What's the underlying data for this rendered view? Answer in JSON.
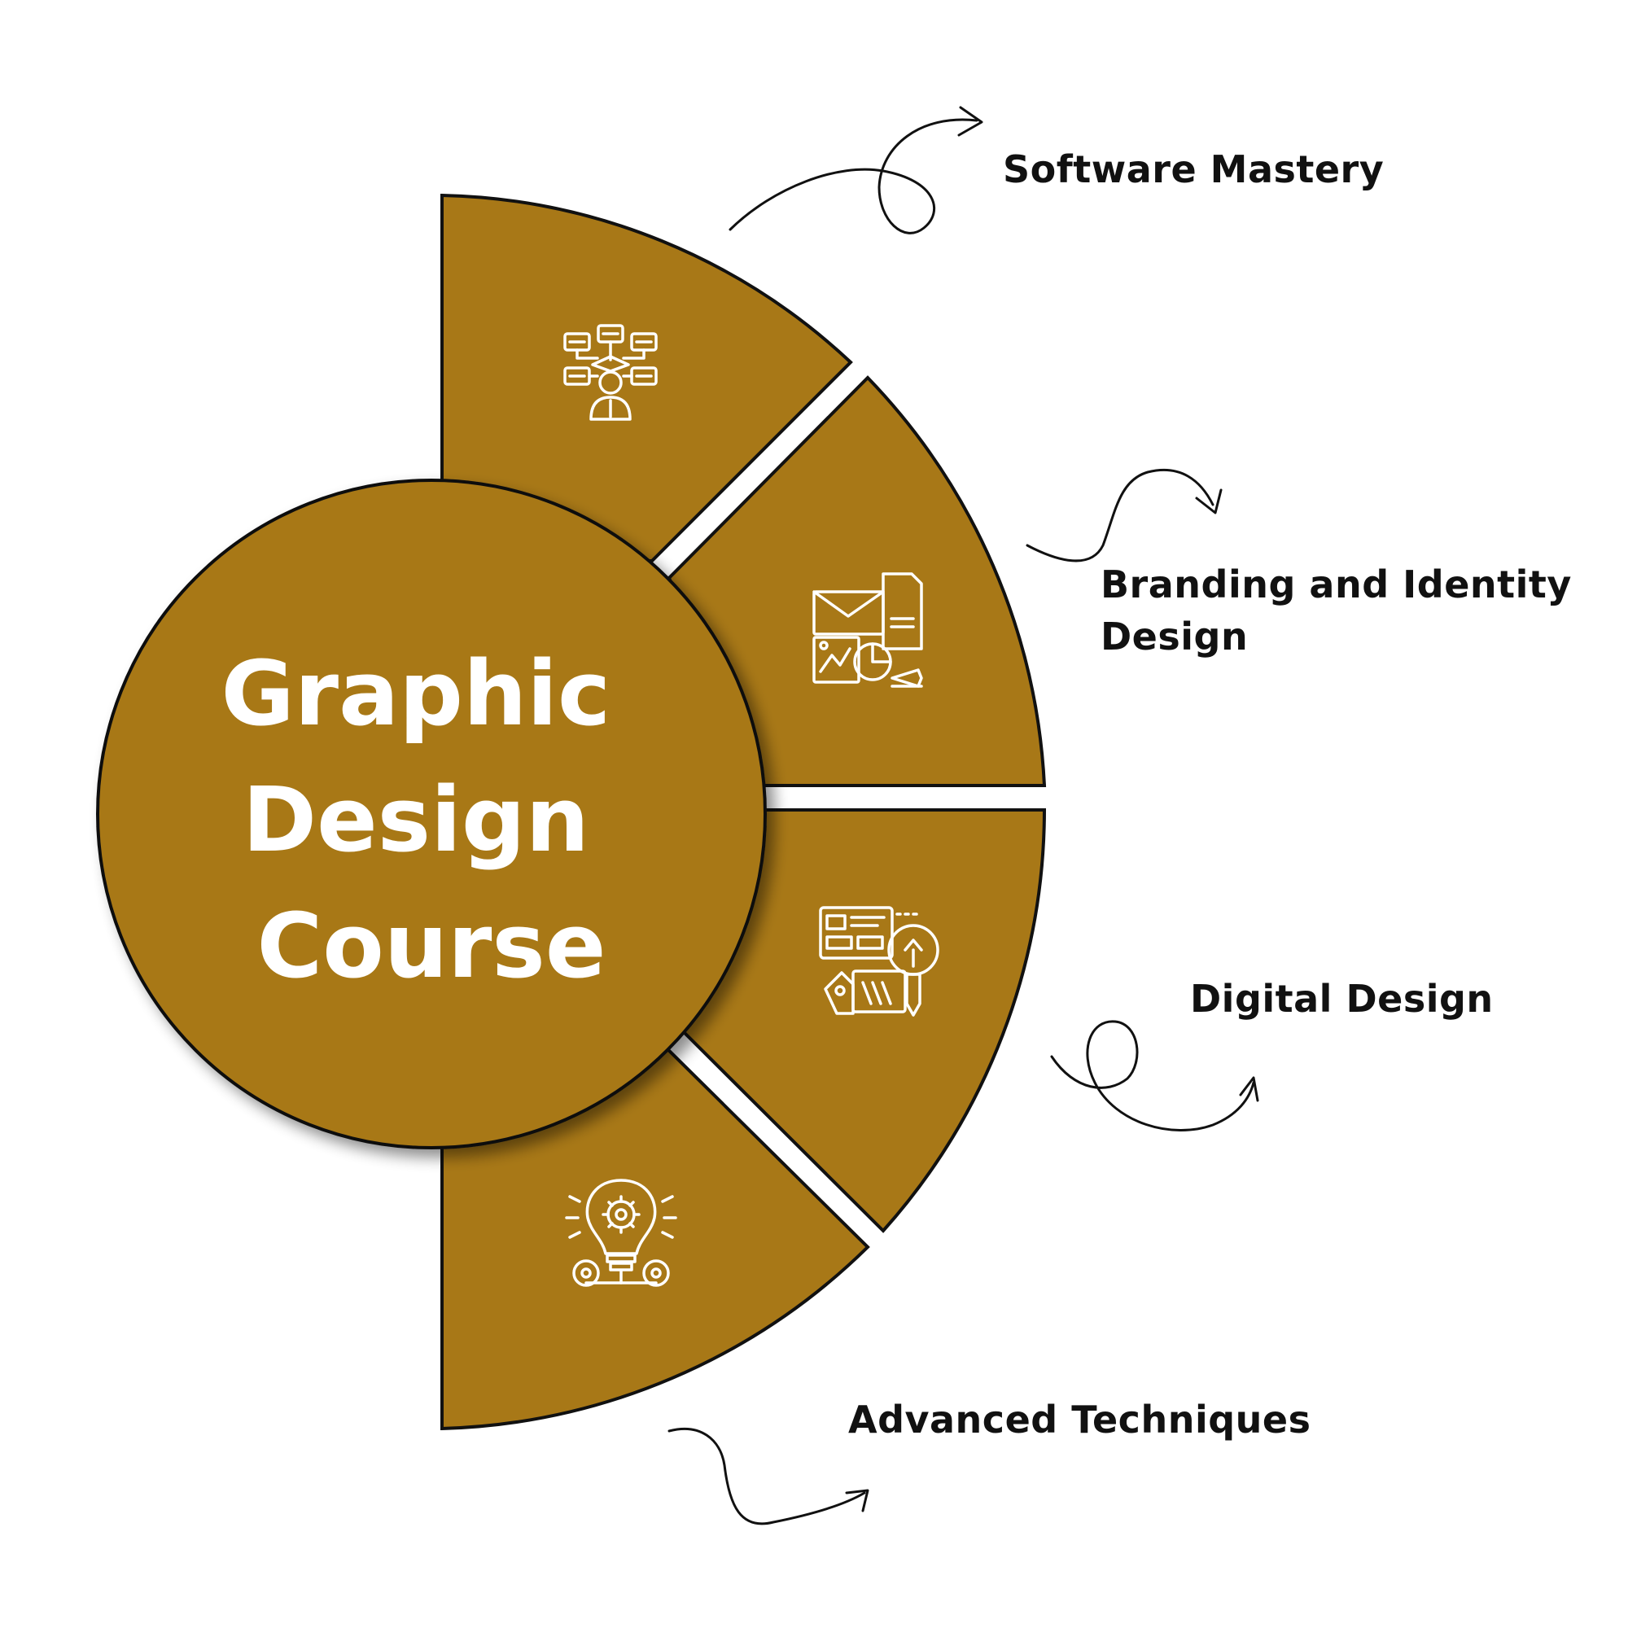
{
  "diagram": {
    "title_lines": [
      "Graphic",
      "Design",
      "Course"
    ],
    "segments": [
      {
        "id": "software-mastery",
        "label_lines": [
          "Software Mastery"
        ],
        "icon": "student-network-icon"
      },
      {
        "id": "branding-identity",
        "label_lines": [
          "Branding and Identity",
          "Design"
        ],
        "icon": "brand-materials-icon"
      },
      {
        "id": "digital-design",
        "label_lines": [
          "Digital Design"
        ],
        "icon": "design-idea-icon"
      },
      {
        "id": "advanced-techniques",
        "label_lines": [
          "Advanced Techniques"
        ],
        "icon": "lightbulb-gears-icon"
      }
    ]
  },
  "colors": {
    "segment_fill": "#A87817",
    "outline": "#111111",
    "icon": "#ffffff",
    "title_text": "#ffffff",
    "label_text": "#111111",
    "background": "#ffffff"
  }
}
